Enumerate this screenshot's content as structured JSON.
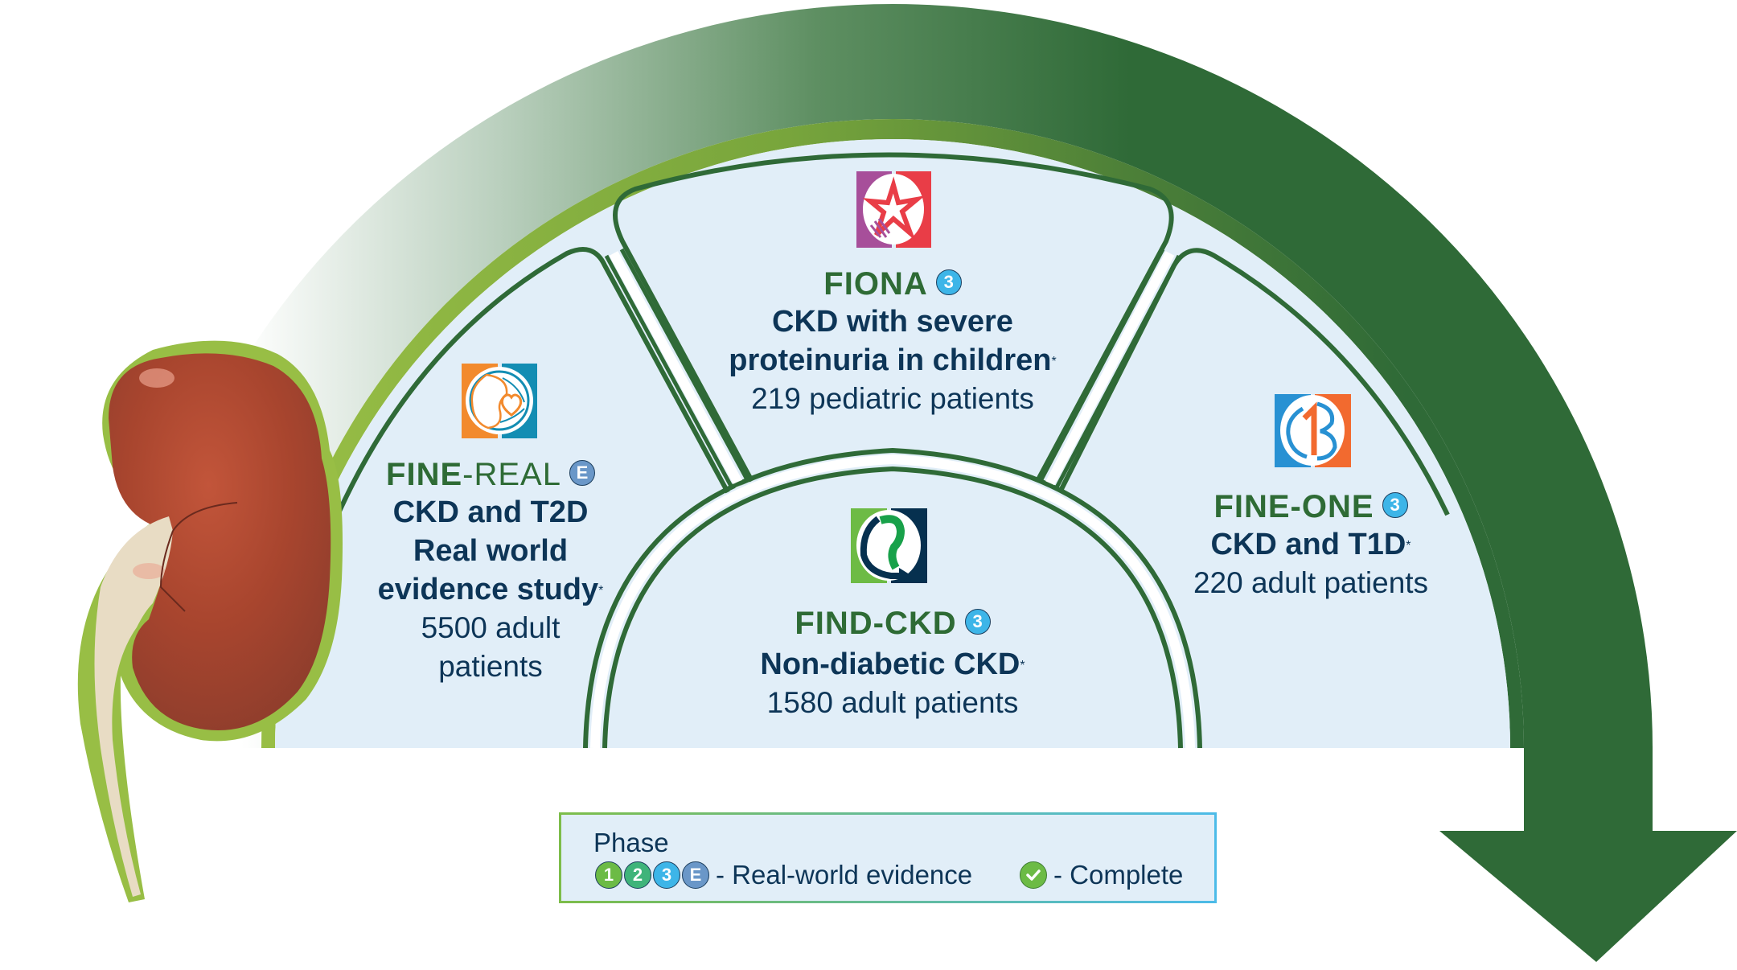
{
  "colors": {
    "heading_green": "#2e6b35",
    "text_navy": "#0d3557",
    "panel_blue": "#e1eef8",
    "arrow_dark_green": "#2f6a37",
    "ring_light_green": "#8ab63f",
    "phase1": "#6cbb45",
    "phase2": "#3fb47a",
    "phase3": "#3db5e8",
    "phaseE": "#6a97c8"
  },
  "studies": {
    "fiona": {
      "logo": "fiona-star-logo",
      "title": "FIONA",
      "phase": "3",
      "line1": "CKD with severe",
      "line2": "proteinuria in children",
      "asterisk": "*",
      "count": "219 pediatric patients"
    },
    "fine_real": {
      "logo": "fine-real-globe-heart-logo",
      "title_bold": "FINE",
      "title_light": "-REAL",
      "phase": "E",
      "line1": "CKD and T2D",
      "line2": "Real world",
      "line3": "evidence study",
      "asterisk": "*",
      "count_line1": "5500 adult",
      "count_line2": "patients"
    },
    "find_ckd": {
      "logo": "find-ckd-kidney-arrow-logo",
      "title": "FIND-CKD",
      "phase": "3",
      "line1": "Non-diabetic CKD",
      "asterisk": "*",
      "count": "1580 adult patients"
    },
    "fine_one": {
      "logo": "fine-one-numeral-logo",
      "title": "FINE-ONE",
      "phase": "3",
      "line1": "CKD and T1D",
      "asterisk": "*",
      "count": "220 adult patients"
    }
  },
  "legend": {
    "title": "Phase",
    "phases": [
      "1",
      "2",
      "3",
      "E"
    ],
    "phase_description": "- Real-world evidence",
    "complete_icon": "checkmark-icon",
    "complete_description": "- Complete"
  }
}
